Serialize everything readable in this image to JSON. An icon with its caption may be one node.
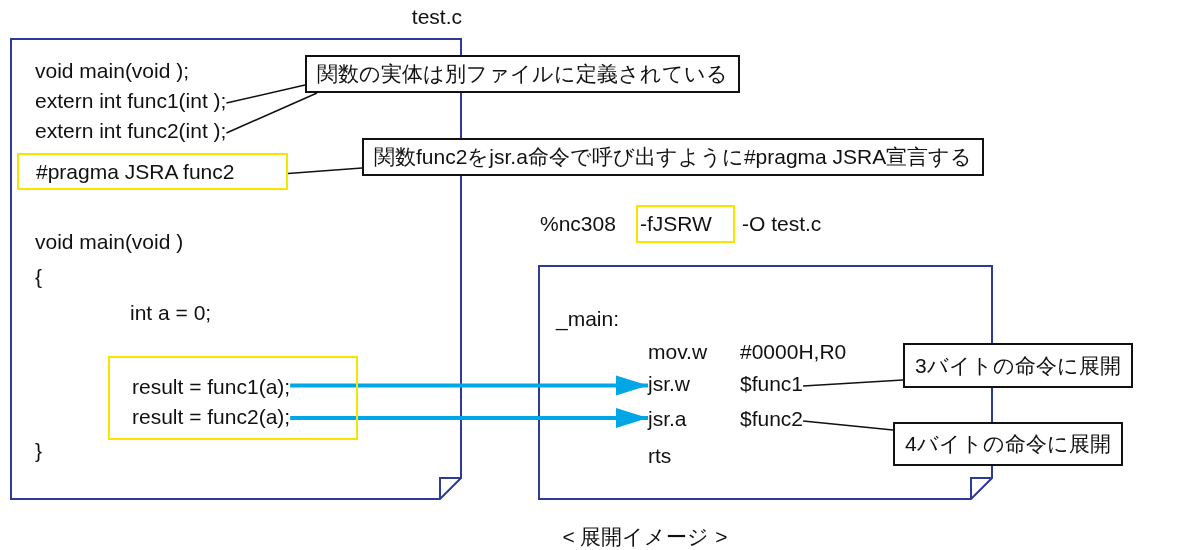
{
  "diagram": {
    "caption": "< 展開イメージ >",
    "nodes": [
      {
        "text": [
          "test.c"
        ]
      },
      {
        "text": [
          "void main(void );"
        ],
        "in": 0
      },
      {
        "text": [
          "extern int func1(int );"
        ],
        "in": 0
      },
      {
        "text": [
          "extern int func2(int );"
        ],
        "in": 0
      },
      {
        "text": [
          "#pragma JSRA func2"
        ],
        "in": 0
      },
      {
        "text": [
          "void main(void )"
        ],
        "in": 0
      },
      {
        "text": [
          "{"
        ],
        "in": 0
      },
      {
        "text": [
          "int a = 0;"
        ],
        "in": 0
      },
      {
        "text": [],
        "shape": "box",
        "in": 0
      },
      {
        "text": [
          "result = func1(a);"
        ],
        "in": 8
      },
      {
        "text": [
          "result = func2(a);"
        ],
        "in": 8
      },
      {
        "text": [
          "}"
        ],
        "in": 0
      },
      {
        "text": [
          "関数の実体は別ファイルに定義されている"
        ]
      },
      {
        "text": [
          "関数func2をjsr.a命令で呼び出すように#pragma JSRA宣言する"
        ]
      },
      {
        "text": [
          "-fJSRW"
        ]
      },
      {
        "text": [],
        "shape": "page"
      },
      {
        "text": [
          "_main:"
        ],
        "in": 15
      },
      {
        "text": [
          "mov.w",
          "#0000H,R0"
        ],
        "in": 15
      },
      {
        "text": [
          "jsr.w",
          "$func1"
        ],
        "in": 15
      },
      {
        "text": [
          "jsr.a",
          "$func2"
        ],
        "in": 15
      },
      {
        "text": [
          "rts"
        ],
        "in": 15
      },
      {
        "text": [
          "3バイトの命令に展開"
        ]
      },
      {
        "text": [
          "4バイトの命令に展開"
        ]
      }
    ],
    "edges": [
      {
        "from": 12,
        "to": 2,
        "arrow": "none"
      },
      {
        "from": 12,
        "to": 3,
        "arrow": "none"
      },
      {
        "from": 13,
        "to": 4,
        "arrow": "none"
      },
      {
        "from": 9,
        "to": 18,
        "arrow": "to",
        "style": "thick",
        "color": "#00a6e6"
      },
      {
        "from": 10,
        "to": 19,
        "arrow": "to",
        "style": "thick",
        "color": "#00a6e6"
      },
      {
        "from": 21,
        "to": 18,
        "arrow": "none"
      },
      {
        "from": 22,
        "to": 19,
        "arrow": "none"
      }
    ],
    "labels": [
      "%nc308",
      "-O test.c"
    ]
  }
}
